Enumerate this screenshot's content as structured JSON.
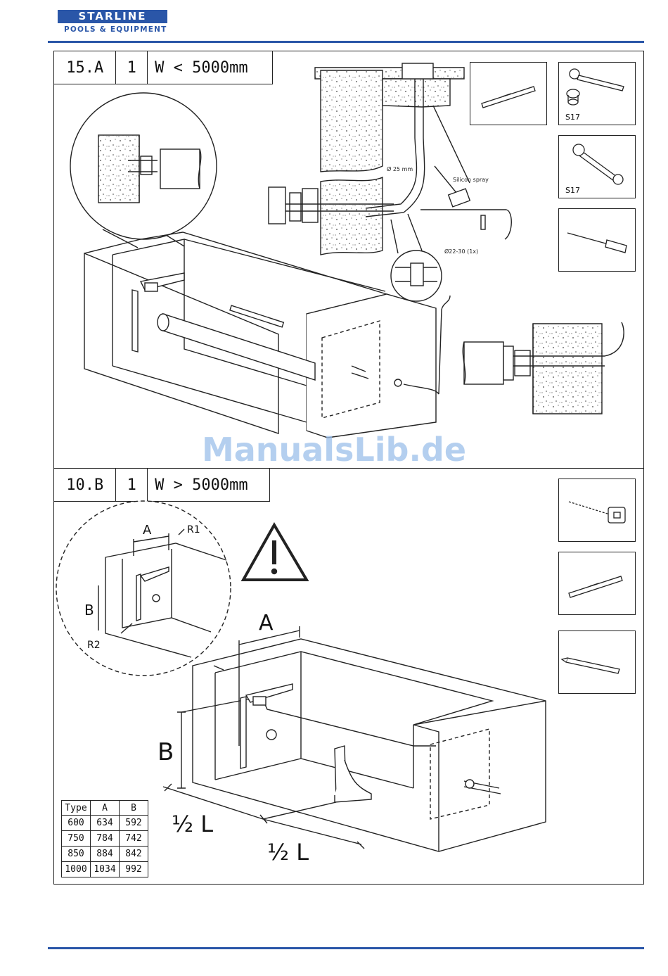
{
  "brand": {
    "top": "STARLINE",
    "bottom": "POOLS & EQUIPMENT",
    "color": "#2a56a8"
  },
  "section_a": {
    "step": "15.A",
    "qty": "1",
    "condition": "W < 5000mm",
    "labels": {
      "tube": "Ø 25 mm",
      "spray": "Silicon spray",
      "clamp": "Ø22-30 (1x)"
    }
  },
  "section_b": {
    "step": "10.B",
    "qty": "1",
    "condition": "W > 5000mm",
    "labels": {
      "a": "A",
      "b": "B",
      "r1": "R1",
      "r2": "R2",
      "half_l": "½ L"
    }
  },
  "tools": {
    "socket": "S17",
    "wrench": "S17"
  },
  "watermark": "ManualsLib.de",
  "table": {
    "headers": [
      "Type",
      "A",
      "B"
    ],
    "rows": [
      [
        "600",
        "634",
        "592"
      ],
      [
        "750",
        "784",
        "742"
      ],
      [
        "850",
        "884",
        "842"
      ],
      [
        "1000",
        "1034",
        "992"
      ]
    ]
  }
}
